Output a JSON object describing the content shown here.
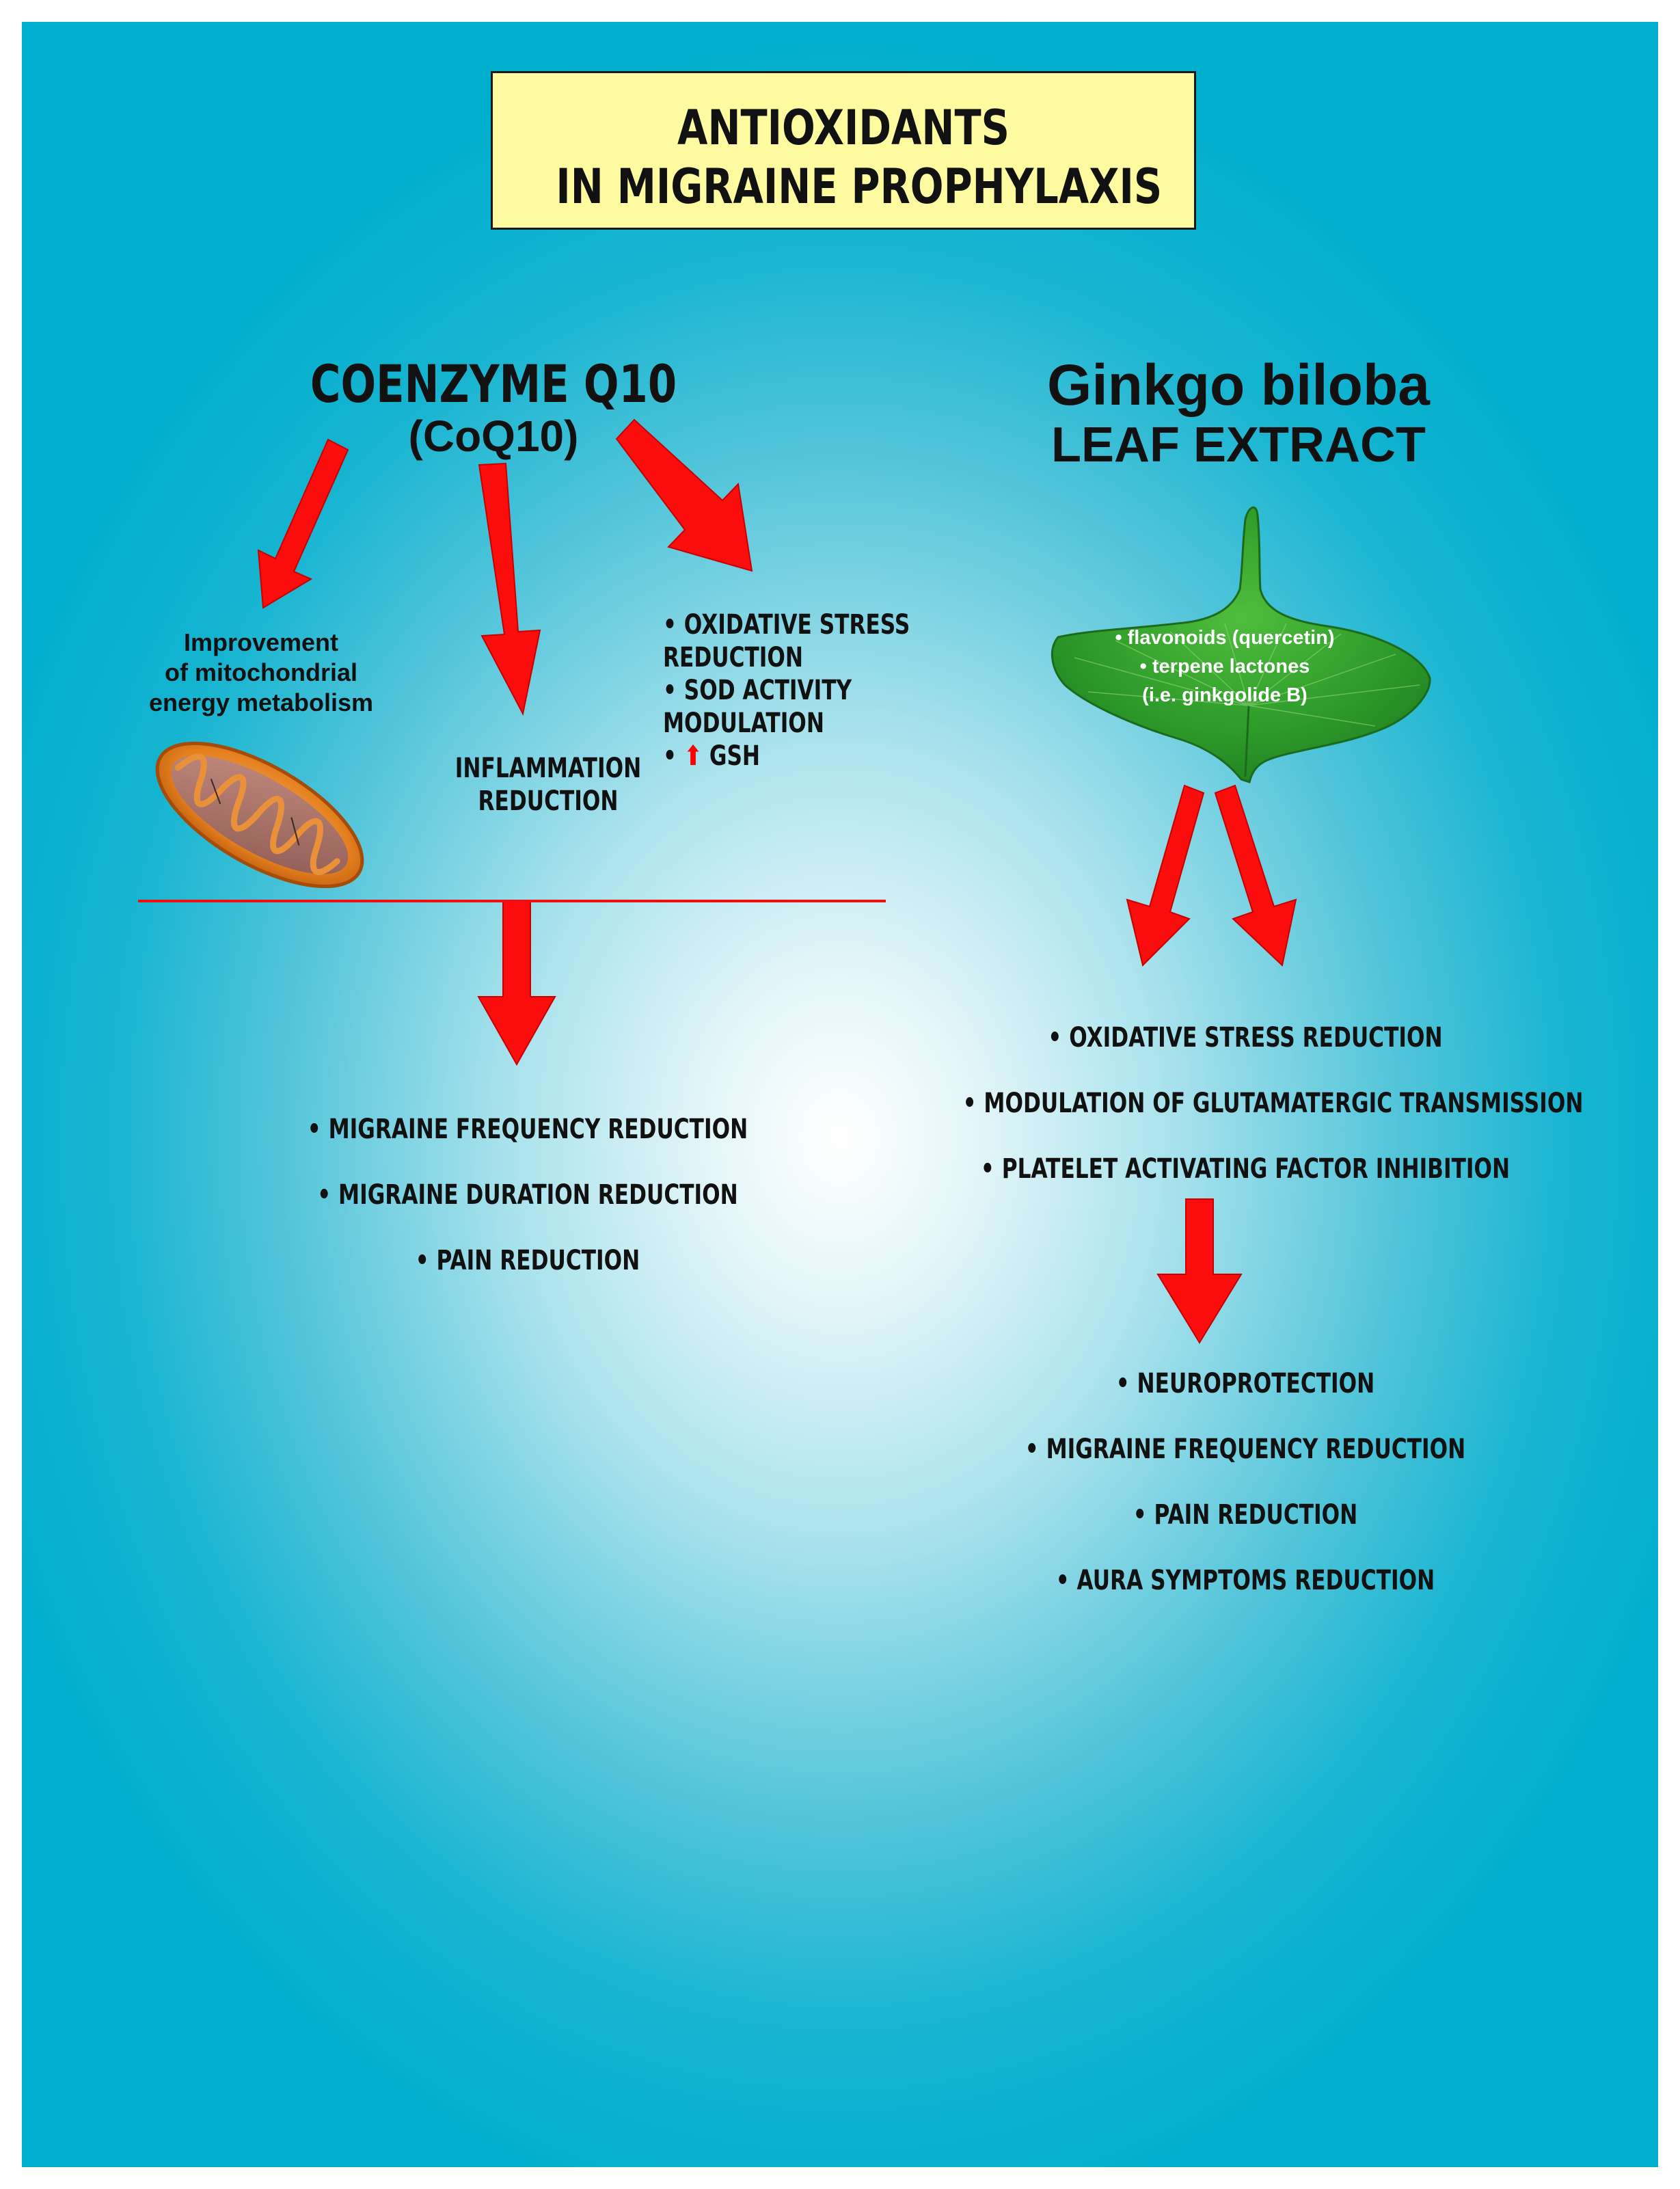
{
  "title": {
    "line1": "ANTIOXIDANTS",
    "line2": "IN MIGRAINE PROPHYLAXIS"
  },
  "colors": {
    "title_box": "#fdfaa0",
    "arrows": "#fb0d0d",
    "background_edge": "#00aecd",
    "background_center": "#ffffff",
    "leaf": "#2d9a2a",
    "mitochondria": "#e5801f"
  },
  "coq10": {
    "title": "COENZYME Q10",
    "subtitle": "(CoQ10)",
    "mito_label": [
      "Improvement",
      "of mitochondrial",
      "energy metabolism"
    ],
    "inflammation": [
      "INFLAMMATION",
      "REDUCTION"
    ],
    "oxidative": [
      "• OXIDATIVE STRESS",
      "  REDUCTION",
      "• SOD ACTIVITY",
      "  MODULATION"
    ],
    "gsh_prefix": "•",
    "gsh_arrow": "⬆",
    "gsh_label": "GSH",
    "outcomes": [
      "• MIGRAINE FREQUENCY REDUCTION",
      "• MIGRAINE DURATION REDUCTION",
      "• PAIN REDUCTION"
    ]
  },
  "ginkgo": {
    "title": "Ginkgo biloba",
    "subtitle": "LEAF EXTRACT",
    "leaf_labels": [
      "• flavonoids (quercetin)",
      "• terpene lactones",
      "(i.e. ginkgolide B)"
    ],
    "effects": [
      "• OXIDATIVE STRESS REDUCTION",
      "• MODULATION OF GLUTAMATERGIC TRANSMISSION",
      "• PLATELET ACTIVATING FACTOR INHIBITION"
    ],
    "outcomes": [
      "• NEUROPROTECTION",
      "• MIGRAINE FREQUENCY REDUCTION",
      "• PAIN REDUCTION",
      "• AURA SYMPTOMS REDUCTION"
    ]
  }
}
